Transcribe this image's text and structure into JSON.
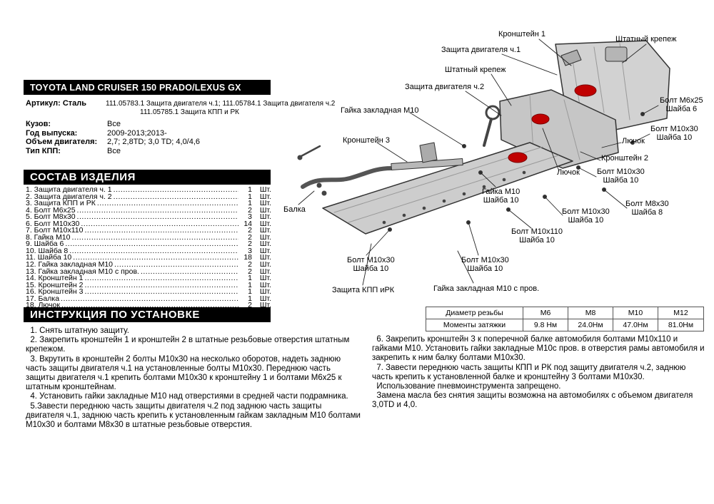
{
  "colors": {
    "accent_red": "#c00000",
    "bar_bg": "#000000",
    "bar_text": "#ffffff"
  },
  "header": {
    "title": "TOYOTA LAND CRUISER 150 PRADO/LEXUS GX",
    "article_label": "Артикул: Сталь",
    "article_line1": "111.05783.1 Защита двигателя ч.1; 111.05784.1 Защита двигателя ч.2",
    "article_line2": "111.05785.1 Защита КПП и РК",
    "specs": [
      {
        "label": "Кузов:",
        "value": "Все"
      },
      {
        "label": "Год выпуска:",
        "value": "2009-2013;2013-"
      },
      {
        "label": "Объем двигателя:",
        "value": "2,7; 2,8TD; 3,0 TD; 4,0/4,6"
      },
      {
        "label": "Тип КПП:",
        "value": "Все"
      }
    ]
  },
  "composition": {
    "title": "СОСТАВ ИЗДЕЛИЯ",
    "items": [
      {
        "name": "1. Защита двигателя ч. 1",
        "qty": "1",
        "unit": "Шт."
      },
      {
        "name": "2. Защита двигателя ч. 2",
        "qty": "1",
        "unit": "Шт."
      },
      {
        "name": "3. Защита КПП и РК",
        "qty": "1",
        "unit": "Шт."
      },
      {
        "name": "4. Болт М6х25",
        "qty": "2",
        "unit": "Шт."
      },
      {
        "name": "5. Болт М8х30",
        "qty": "3",
        "unit": "Шт."
      },
      {
        "name": "6. Болт М10х30",
        "qty": "14",
        "unit": "Шт."
      },
      {
        "name": "7. Болт М10х110",
        "qty": "2",
        "unit": "Шт."
      },
      {
        "name": "8. Гайка М10",
        "qty": "2",
        "unit": "Шт."
      },
      {
        "name": "9. Шайба 6",
        "qty": "2",
        "unit": "Шт."
      },
      {
        "name": "10. Шайба 8",
        "qty": "3",
        "unit": "Шт."
      },
      {
        "name": "11. Шайба 10",
        "qty": "18",
        "unit": "Шт."
      },
      {
        "name": "12. Гайка закладная М10",
        "qty": "2",
        "unit": "Шт."
      },
      {
        "name": "13. Гайка закладная М10 с пров.",
        "qty": "2",
        "unit": "Шт."
      },
      {
        "name": "14. Кронштейн 1",
        "qty": "1",
        "unit": "Шт."
      },
      {
        "name": "15. Кронштейн 2",
        "qty": "1",
        "unit": "Шт."
      },
      {
        "name": "16. Кронштейн 3",
        "qty": "1",
        "unit": "Шт."
      },
      {
        "name": "17. Балка",
        "qty": "1",
        "unit": "Шт."
      },
      {
        "name": "18. Лючок",
        "qty": "2",
        "unit": "Шт."
      }
    ]
  },
  "instructions": {
    "title": "ИНСТРУКЦИЯ ПО УСТАНОВКЕ",
    "left": [
      "  1. Снять штатную защиту.",
      "  2. Закрепить кронштейн 1 и кронштейн 2 в штатные резьбовые отверстия штатным крепежом.",
      "  3. Вкрутить в кронштейн 2 болты М10х30 на несколько оборотов, надеть заднюю часть защиты двигателя ч.1 на установленные болты М10х30. Переднюю часть защиты двигателя ч.1 крепить болтами М10х30 к кронштейну 1 и болтами М6х25 к штатным кронштейнам.",
      "  4. Установить гайки закладные М10 над отверстиями в средней части подрамника.",
      "  5.Завести переднюю часть защиты двигателя ч.2 под заднюю часть защиты двигателя ч.1, заднюю часть крепить к установленным гайкам закладным М10 болтами М10х30 и болтами М8х30 в штатные резьбовые отверстия."
    ],
    "right": [
      "  6. Закрепить кронштейн 3 к поперечной балке автомобиля болтами М10х110 и гайками М10. Установить гайки закладные М10с пров. в отверстия рамы автомобиля и закрепить к ним балку болтами М10х30.",
      "  7. Завести переднюю часть защиты КПП и РК под защиту двигателя ч.2, заднюю часть крепить к установленной балке и кронштейну 3 болтами М10х30.",
      "  Использование пневмоинструмента запрещено.",
      "  Замена масла без снятия защиты возможна на автомобилях с объемом двигателя 3,0TD и 4,0."
    ]
  },
  "torque": {
    "rows": [
      [
        "Диаметр резьбы",
        "М6",
        "М8",
        "М10",
        "М12"
      ],
      [
        "Моменты затяжки",
        "9.8 Нм",
        "24.0Нм",
        "47.0Нм",
        "81.0Нм"
      ]
    ]
  },
  "diagram": {
    "labels": [
      "Кронштейн 1",
      "Штатный крепеж",
      "Защита двигателя ч.1",
      "Штатный крепеж",
      "Защита двигателя ч.2",
      "Болт М6х25\nШайба 6",
      "Гайка закладная М10",
      "Болт М10х30\nШайба 10",
      "Кронштейн 3",
      "Лючок",
      "Кронштейн 2",
      "Болт М10х30\nШайба 10",
      "Лючок",
      "Гайка М10\nШайба 10",
      "Болт М8х30\nШайба 8",
      "Болт М10х30\nШайба 10",
      "Балка",
      "Болт М10х110\nШайба 10",
      "Болт М10х30\nШайба 10",
      "Болт М10х30\nШайба 10",
      "Защита КПП иРК",
      "Гайка закладная М10 с пров."
    ]
  }
}
